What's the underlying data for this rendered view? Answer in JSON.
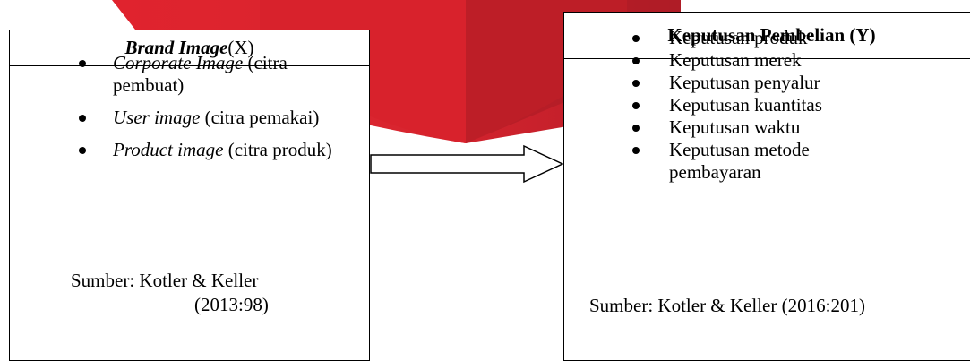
{
  "left_box": {
    "title_italic": "Brand Image",
    "title_rest": " (X)",
    "items": [
      {
        "italic": "Corporate Image",
        "rest": " (citra pembuat)"
      },
      {
        "italic": "User image",
        "rest": " (citra pemakai)"
      },
      {
        "italic": "Product image",
        "rest": " (citra produk)"
      }
    ],
    "source_line1": "Sumber: Kotler & Keller",
    "source_line2": "(2013:98)"
  },
  "right_box": {
    "title": "Keputusan Pembelian (Y)",
    "items": [
      "Keputusan produk",
      "Keputusan merek",
      "Keputusan penyalur",
      "Keputusan kuantitas",
      "Keputusan waktu",
      "Keputusan metode pembayaran"
    ],
    "source": "Sumber: Kotler & Keller (2016:201)"
  },
  "colors": {
    "background_shape": "#e0232e",
    "border": "#000000"
  }
}
